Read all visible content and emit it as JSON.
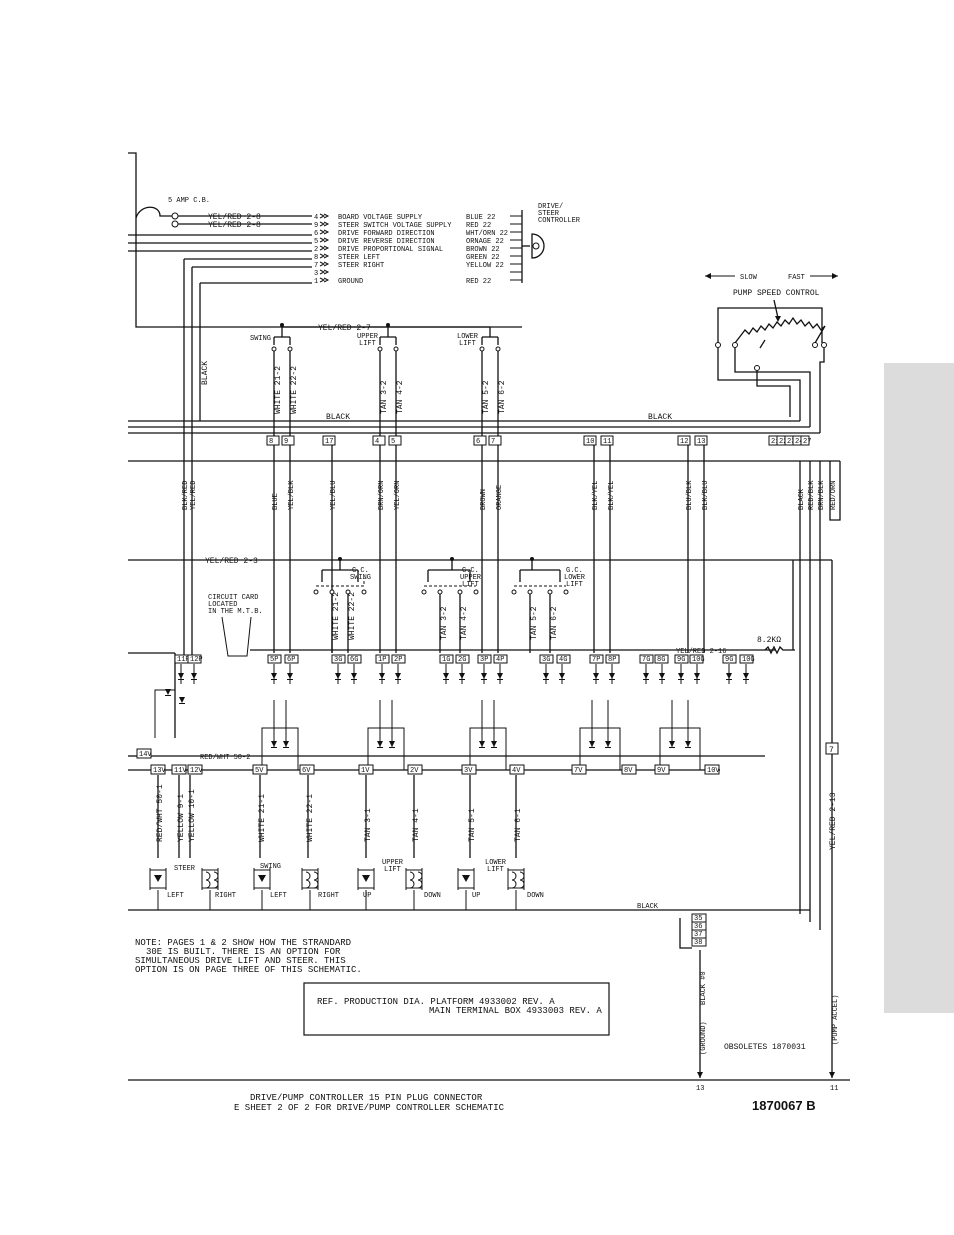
{
  "power": {
    "breaker": "5 AMP C.B.",
    "feed_wire_1": "YEL/RED 2-8",
    "feed_wire_2": "YEL/RED 2-8",
    "bus_top": "YEL/RED 2-7",
    "bus_card": "YEL/RED 2-3",
    "bus_card_right": "YEL/RED 2-16",
    "resistor": "8.2KΩ"
  },
  "controller": {
    "title_1": "DRIVE/",
    "title_2": "STEER",
    "title_3": "CONTROLLER",
    "pins": [
      {
        "pin": "4",
        "signal": "BOARD VOLTAGE SUPPLY",
        "wire": "BLUE 22"
      },
      {
        "pin": "9",
        "signal": "STEER SWITCH VOLTAGE SUPPLY",
        "wire": "RED 22"
      },
      {
        "pin": "6",
        "signal": "DRIVE FORWARD DIRECTION",
        "wire": "WHT/ORN 22"
      },
      {
        "pin": "5",
        "signal": "DRIVE REVERSE DIRECTION",
        "wire": "ORNAGE 22"
      },
      {
        "pin": "2",
        "signal": "DRIVE PROPORTIONAL SIGNAL",
        "wire": "BROWN 22"
      },
      {
        "pin": "8",
        "signal": "STEER LEFT",
        "wire": "GREEN 22"
      },
      {
        "pin": "7",
        "signal": "STEER RIGHT",
        "wire": "YELLOW 22"
      },
      {
        "pin": "3",
        "signal": "",
        "wire": ""
      },
      {
        "pin": "1",
        "signal": "GROUND",
        "wire": "RED 22"
      }
    ]
  },
  "pump_speed": {
    "slow": "SLOW",
    "fast": "FAST",
    "title": "PUMP SPEED CONTROL"
  },
  "switches": {
    "swing": "SWING",
    "upper_lift_1": "UPPER",
    "upper_lift_2": "LIFT",
    "lower_lift_1": "LOWER",
    "lower_lift_2": "LIFT",
    "gc_swing_1": "G.C.",
    "gc_swing_2": "SWING",
    "gc_upper_1": "G.C.",
    "gc_upper_2": "UPPER",
    "gc_upper_3": "LIFT",
    "gc_lower_1": "G.C.",
    "gc_lower_2": "LOWER",
    "gc_lower_3": "LIFT"
  },
  "wires_upper": {
    "black_vertical": "BLACK",
    "black_bus_1": "BLACK",
    "black_bus_2": "BLACK",
    "verticals": [
      "WHITE 21-2",
      "WHITE 22-2",
      "TAN 3-2",
      "TAN 4-2",
      "TAN 5-2",
      "TAN 6-2"
    ]
  },
  "terminals_upper": [
    "8",
    "9",
    "17",
    "4",
    "5",
    "6",
    "7",
    "10",
    "11",
    "12",
    "13",
    "21",
    "22",
    "23",
    "24",
    "27"
  ],
  "wire_colors": [
    "BLK/RED",
    "YEL/RED",
    "BLUE",
    "YEL/BLK",
    "YEL/BLU",
    "BRN/ORN",
    "YEL/ORN",
    "BROWN",
    "ORANGE",
    "BLK/YEL",
    "BLK/YEL",
    "BLU/BLK",
    "BLK/BLU",
    "BLACK",
    "RED/BLK",
    "BRN/BLK",
    "RED/ORN"
  ],
  "card": {
    "label_1": "CIRCUIT CARD",
    "label_2": "LOCATED",
    "label_3": "IN THE M.T.B.",
    "inputs": [
      "11P",
      "12P",
      "5P",
      "6P",
      "3G",
      "6G",
      "1P",
      "2P",
      "1G",
      "2G",
      "3P",
      "4P",
      "3G",
      "4G",
      "7P",
      "8P",
      "7G",
      "8G",
      "9G",
      "10G",
      "9G",
      "10G"
    ],
    "inner_wires": [
      "WHITE 21-2",
      "WHITE 22-2",
      "TAN 3-2",
      "TAN 4-2",
      "TAN 5-2",
      "TAN 6-2"
    ],
    "outputs": [
      "13V",
      "11V",
      "12V",
      "5V",
      "6V",
      "1V",
      "2V",
      "3V",
      "4V",
      "7V",
      "8V",
      "9V",
      "10V"
    ],
    "left_terminal": "14V",
    "return_wire": "RED/WHT 50-2"
  },
  "solenoids": {
    "wires": [
      "RED/WHT 50-1",
      "YELLOW 9-1",
      "YELLOW 10-1",
      "WHITE 21-1",
      "WHITE 22-1",
      "TAN 3-1",
      "TAN 4-1",
      "TAN 5-1",
      "TAN 6-1"
    ],
    "steer": "STEER",
    "steer_left": "LEFT",
    "steer_right": "RIGHT",
    "swing": "SWING",
    "swing_left": "LEFT",
    "swing_right": "RIGHT",
    "upper_1": "UPPER",
    "upper_2": "LIFT",
    "upper_up": "UP",
    "upper_down": "DOWN",
    "lower_1": "LOWER",
    "lower_2": "LIFT",
    "lower_up": "UP",
    "lower_down": "DOWN",
    "ground_bus": "BLACK"
  },
  "right_side": {
    "terminal_7": "7",
    "wire_yel_red": "YEL/RED 2-13",
    "ground_terminals": [
      "35",
      "36",
      "37",
      "38"
    ],
    "black_wire": "BLACK #0",
    "ground_label": "(GROUND)",
    "pump_accel": "(PUMP ACCEL)",
    "plug_pin_13": "13",
    "plug_pin_11": "11"
  },
  "note": {
    "line1": "NOTE:  PAGES 1 & 2 SHOW HOW THE STRANDARD",
    "line2": "30E IS BUILT.  THERE IS AN OPTION FOR",
    "line3": "SIMULTANEOUS DRIVE LIFT AND STEER.  THIS",
    "line4": "OPTION IS ON PAGE THREE OF THIS SCHEMATIC."
  },
  "reference": {
    "line1": "REF. PRODUCTION DIA.  PLATFORM 4933002 REV. A",
    "line2": "MAIN TERMINAL BOX 4933003 REV. A"
  },
  "obsoletes": "OBSOLETES 1870031",
  "footer": {
    "line1": "DRIVE/PUMP CONTROLLER 15 PIN PLUG CONNECTOR",
    "line2": "E SHEET 2 OF 2 FOR DRIVE/PUMP CONTROLLER SCHEMATIC",
    "part_number": "1870067 B"
  }
}
